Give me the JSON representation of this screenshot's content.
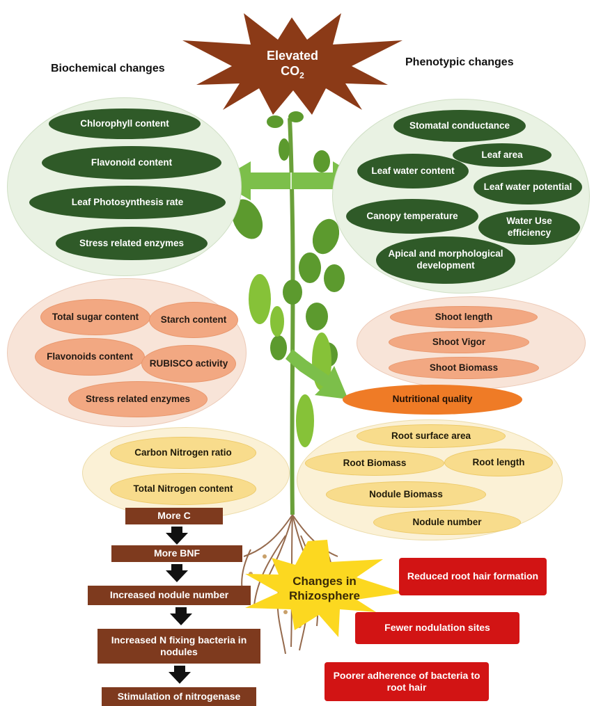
{
  "central": {
    "line1": "Elevated",
    "line2": "CO",
    "sub": "2"
  },
  "headings": {
    "left": "Biochemical changes",
    "right": "Phenotypic changes"
  },
  "biochemical": [
    "Chlorophyll content",
    "Flavonoid content",
    "Leaf Photosynthesis rate",
    "Stress related enzymes"
  ],
  "phenotypic": [
    "Stomatal conductance",
    "Leaf area",
    "Leaf water content",
    "Leaf water potential",
    "Canopy temperature",
    "Water Use efficiency",
    "Apical and morphological development"
  ],
  "carbohydrate": [
    "Total sugar content",
    "Starch content",
    "Flavonoids content",
    "RUBISCO activity",
    "Stress related enzymes"
  ],
  "shoot": [
    "Shoot length",
    "Shoot Vigor",
    "Shoot Biomass"
  ],
  "nutritional": "Nutritional quality",
  "nitrogen": [
    "Carbon Nitrogen ratio",
    "Total Nitrogen content"
  ],
  "root": [
    "Root surface area",
    "Root Biomass",
    "Root length",
    "Nodule Biomass",
    "Nodule number"
  ],
  "chain": [
    "More C",
    "More BNF",
    "Increased nodule number",
    "Increased N fixing bacteria in nodules",
    "Stimulation of nitrogenase"
  ],
  "rhizosphere": {
    "line1": "Changes in",
    "line2": "Rhizosphere"
  },
  "effects": [
    "Reduced root hair formation",
    "Fewer nodulation sites",
    "Poorer adherence of bacteria to root hair"
  ],
  "colors": {
    "dark_green": "#2f5a28",
    "peach": "#f2a882",
    "yellow": "#f8dc8c",
    "orange": "#ef7b26",
    "brown": "#7e3a1e",
    "red": "#d21414",
    "burst_brown": "#8b3a17",
    "burst_yellow": "#fcd820",
    "arrow_green": "#7cbf4a"
  }
}
